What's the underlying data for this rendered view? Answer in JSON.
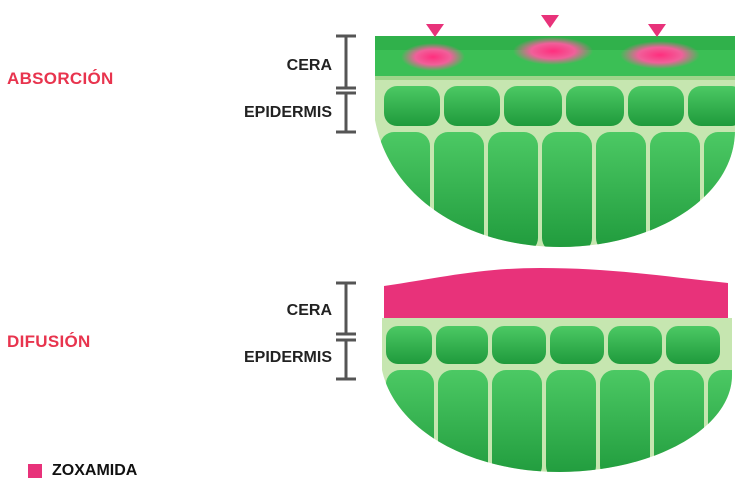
{
  "panels": [
    {
      "side_label": "ABSORCIÓN",
      "wax_label": "CERA",
      "epidermis_label": "EPIDERMIS"
    },
    {
      "side_label": "DIFUSIÓN",
      "wax_label": "CERA",
      "epidermis_label": "EPIDERMIS"
    }
  ],
  "legend": {
    "label": "ZOXAMIDA",
    "swatch_color": "#e8327a"
  },
  "colors": {
    "compound": "#e8327a",
    "cell_green": "#2fb34a",
    "leaf_dark": "#1f9a3c",
    "cell_wall": "#bfe3a8",
    "bracket": "#555555",
    "label_red": "#e8344e"
  }
}
